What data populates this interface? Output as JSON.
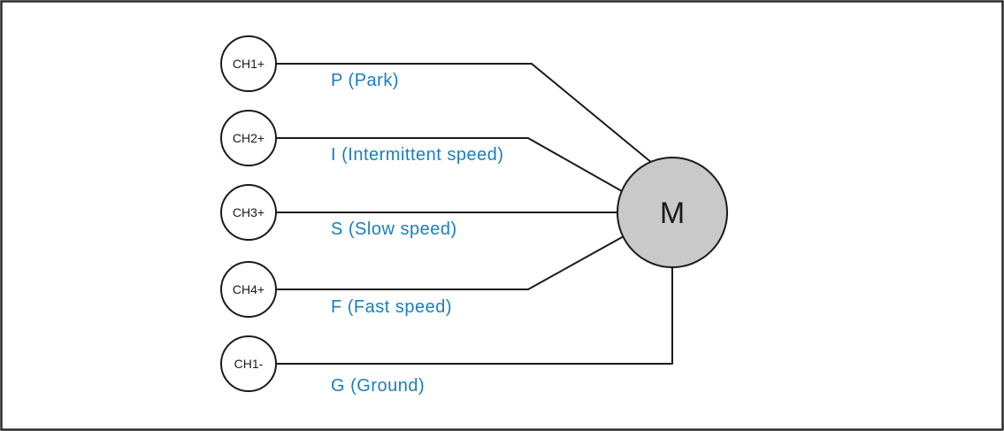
{
  "diagram": {
    "title": "wiper-motor-channel-wiring",
    "motor": {
      "label": "M",
      "fill_color": "#c9c9c9"
    },
    "colors": {
      "function_label_blue": "#1a7dc0",
      "wire_black": "#1a1a1a"
    },
    "terminals": [
      {
        "id": "ch1-plus",
        "label": "CH1+",
        "function": "P (Park)"
      },
      {
        "id": "ch2-plus",
        "label": "CH2+",
        "function": "I (Intermittent speed)"
      },
      {
        "id": "ch3-plus",
        "label": "CH3+",
        "function": "S (Slow speed)"
      },
      {
        "id": "ch4-plus",
        "label": "CH4+",
        "function": "F (Fast speed)"
      },
      {
        "id": "ch1-minus",
        "label": "CH1-",
        "function": "G (Ground)"
      }
    ]
  }
}
